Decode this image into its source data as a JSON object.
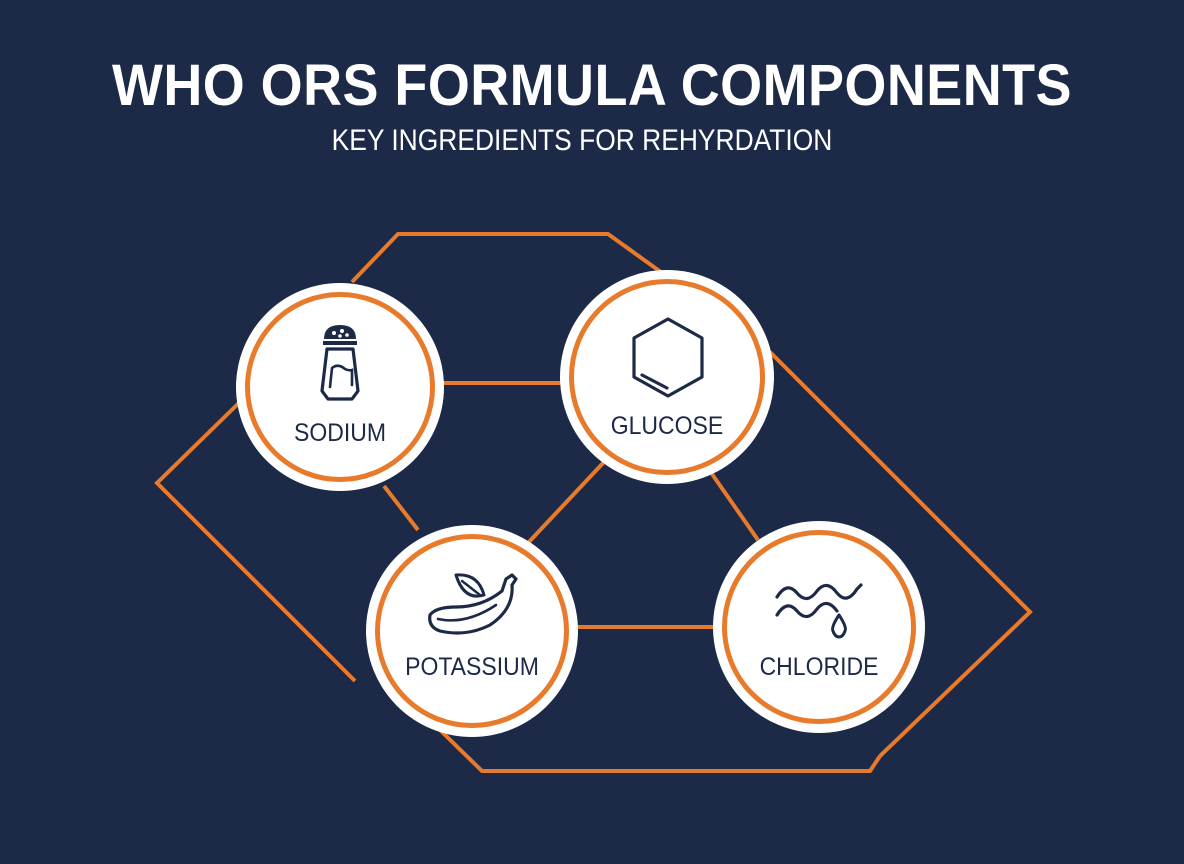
{
  "header": {
    "title": "WHO ORS FORMULA COMPONENTS",
    "subtitle": "KEY INGREDIENTS FOR REHYRDATION"
  },
  "colors": {
    "background": "#1c2a48",
    "accent": "#e87a2c",
    "node_fill": "#ffffff",
    "text_dark": "#1c2a48"
  },
  "components": [
    {
      "id": "sodium",
      "label": "SODIUM",
      "icon": "salt-shaker-icon"
    },
    {
      "id": "glucose",
      "label": "GLUCOSE",
      "icon": "hexagon-ring-molecule-icon"
    },
    {
      "id": "potassium",
      "label": "POTASSIUM",
      "icon": "banana-leaf-icon"
    },
    {
      "id": "chloride",
      "label": "CHLORIDE",
      "icon": "waves-droplet-icon"
    }
  ],
  "connections": [
    [
      "sodium",
      "glucose"
    ],
    [
      "sodium",
      "potassium"
    ],
    [
      "glucose",
      "potassium"
    ],
    [
      "glucose",
      "chloride"
    ],
    [
      "potassium",
      "chloride"
    ]
  ]
}
